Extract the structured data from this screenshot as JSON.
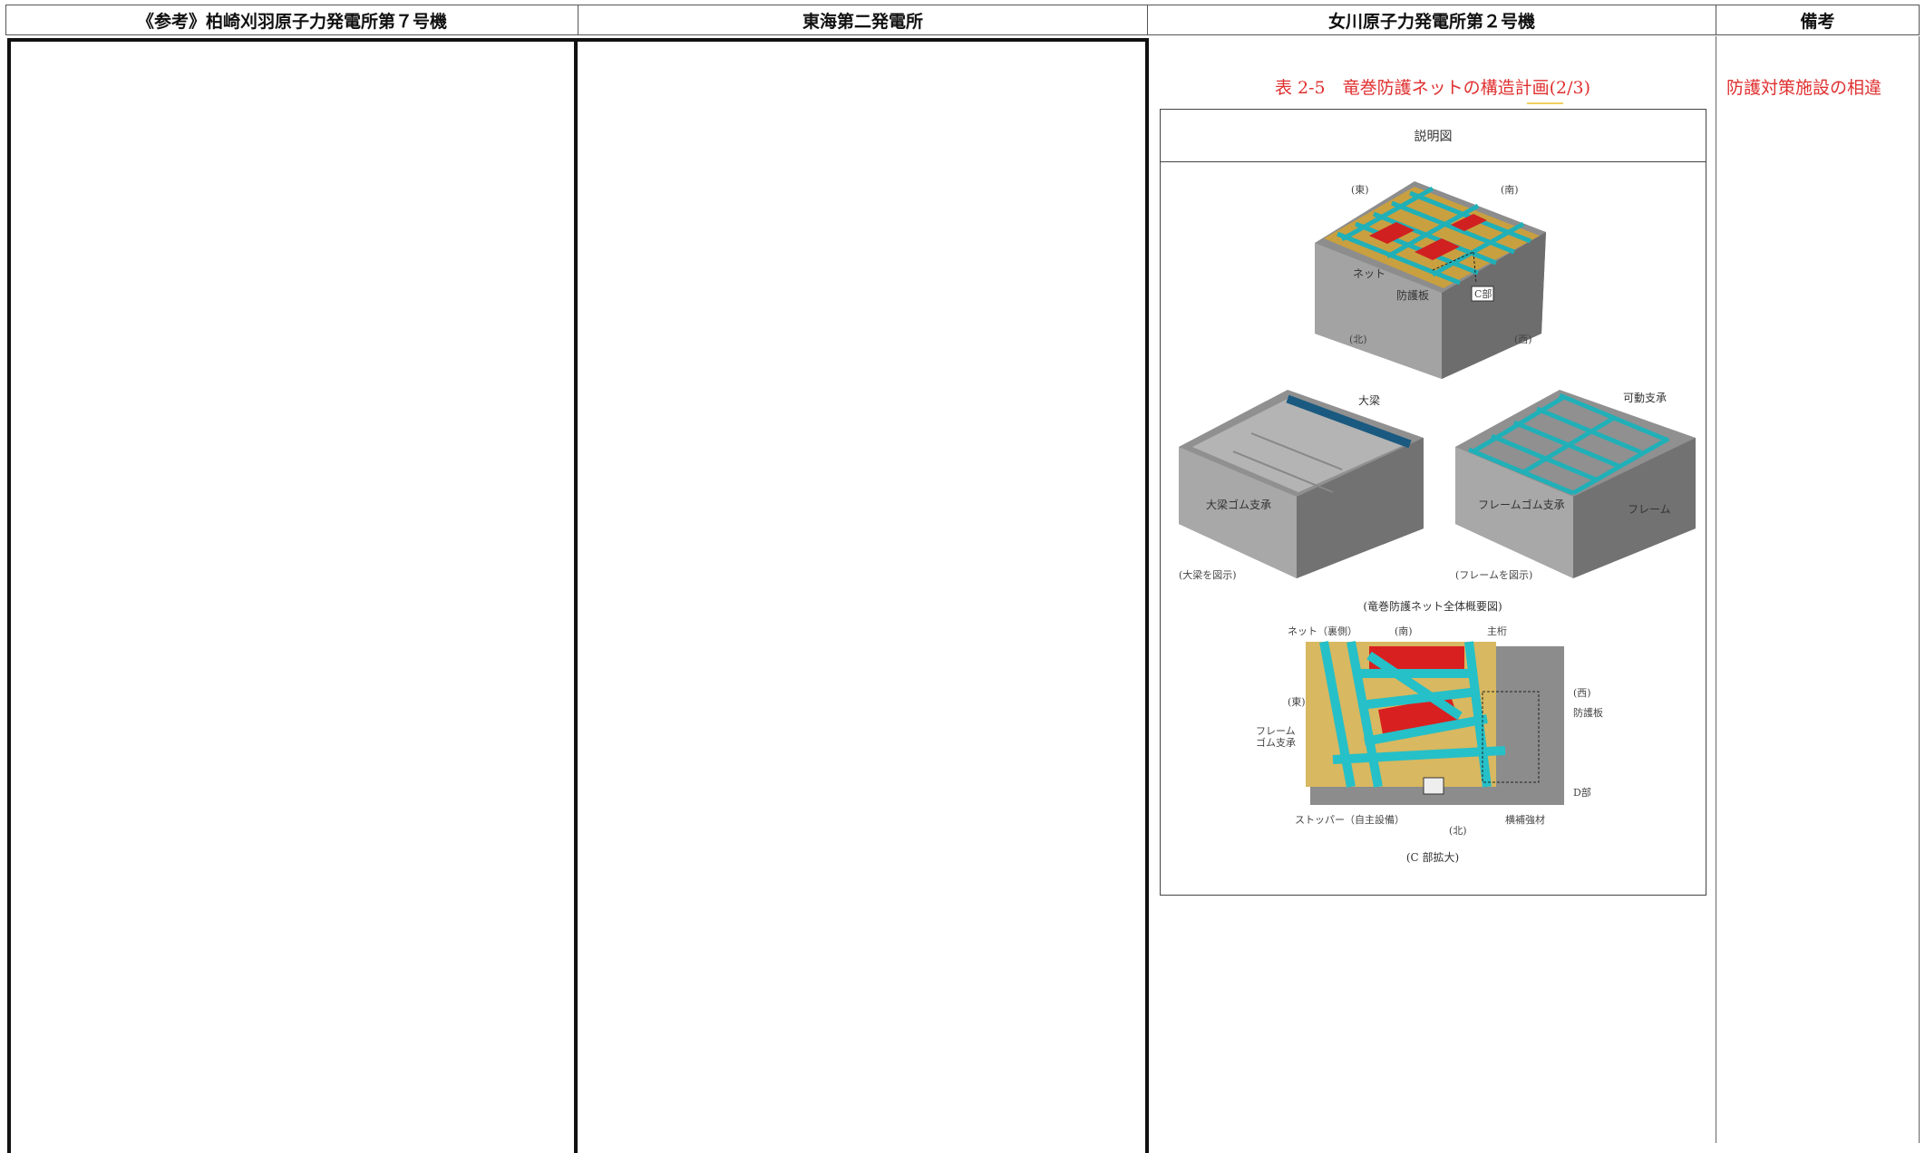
{
  "columns": {
    "col1": "《参考》柏崎刈羽原子力発電所第７号機",
    "col2": "東海第二発電所",
    "col3": "女川原子力発電所第２号機",
    "col4": "備考"
  },
  "table_caption": "表 2-5　竜巻防護ネットの構造計画(2/3)",
  "remark": "防護対策施設の相違",
  "figure": {
    "header": "説明図",
    "top": {
      "east": "(東)",
      "south": "(南)",
      "north": "(北)",
      "west": "(西)",
      "net": "ネット",
      "plate": "防護板",
      "c_part": "C部"
    },
    "left": {
      "beam": "大梁",
      "bearing": "大梁ゴム支承",
      "caption": "(大梁を図示)"
    },
    "right": {
      "movable": "可動支承",
      "frame_bearing": "フレームゴム支承",
      "frame": "フレーム",
      "caption": "(フレームを図示)"
    },
    "overall_caption": "(竜巻防護ネット全体概要図)",
    "detail": {
      "net_rear": "ネット（裏側）",
      "south": "(南)",
      "main_girder": "主桁",
      "east": "(東)",
      "west": "(西)",
      "plate": "防護板",
      "frame_rubber_1": "フレーム",
      "frame_rubber_2": "ゴム支承",
      "d_part": "D部",
      "stopper": "ストッパー（自主設備）",
      "lateral": "横補強材",
      "north": "(北)",
      "caption": "(C 部拡大)"
    }
  }
}
